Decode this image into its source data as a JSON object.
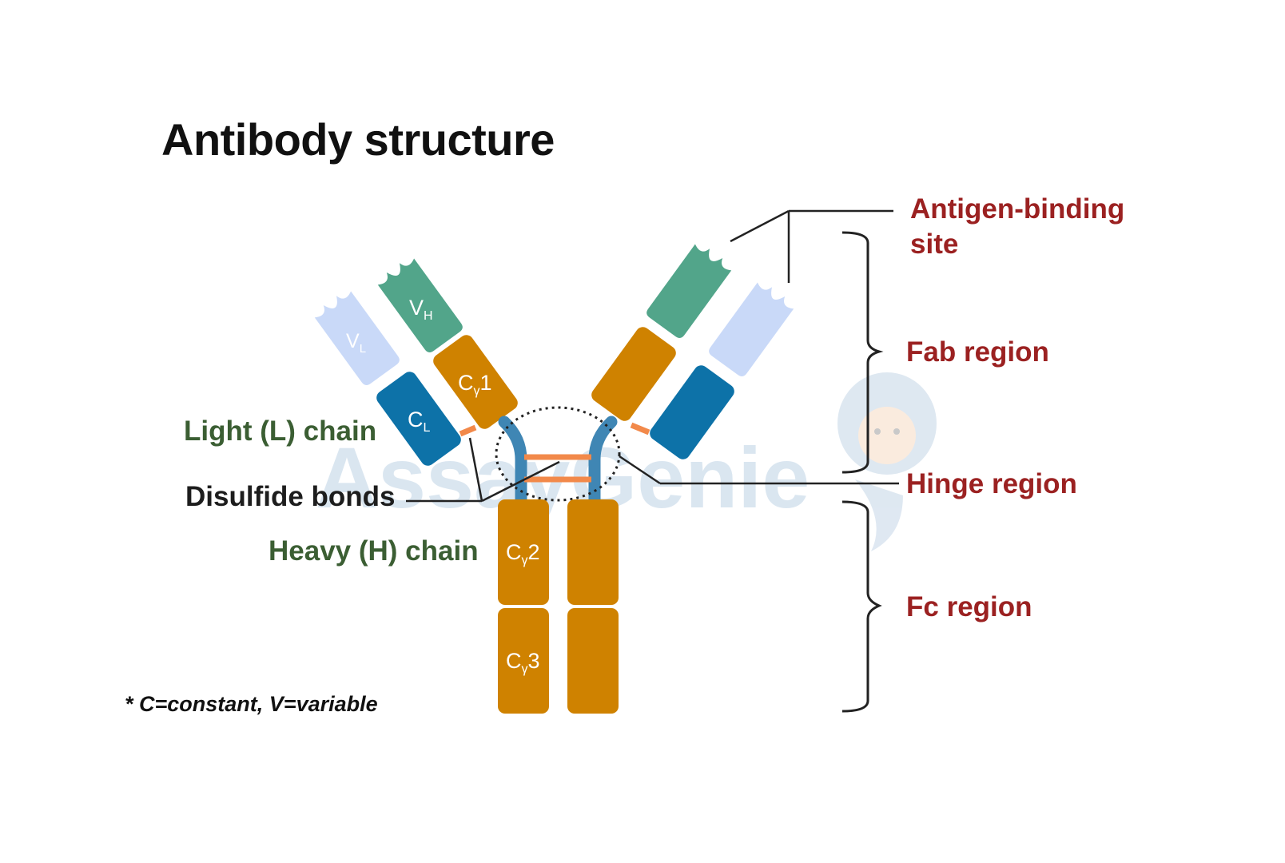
{
  "title": "Antibody structure",
  "labels": {
    "light_chain": "Light (L) chain",
    "disulfide_bonds": "Disulfide bonds",
    "heavy_chain": "Heavy (H) chain",
    "antigen_binding_line1": "Antigen-binding",
    "antigen_binding_line2": "site",
    "fab_region": "Fab region",
    "hinge_region": "Hinge region",
    "fc_region": "Fc region"
  },
  "domains": {
    "vh": {
      "main": "V",
      "sub": "H"
    },
    "vl": {
      "main": "V",
      "sub": "L"
    },
    "cl": {
      "main": "C",
      "sub": "L"
    },
    "cg1": {
      "main": "C",
      "sub": "γ",
      "suffix": "1"
    },
    "cg2": {
      "main": "C",
      "sub": "γ",
      "suffix": "2"
    },
    "cg3": {
      "main": "C",
      "sub": "γ",
      "suffix": "3"
    }
  },
  "footnote": "* C=constant, V=variable",
  "watermark": "AssayGenie",
  "colors": {
    "vh": "#52a58a",
    "vl": "#c9d9f8",
    "cl": "#0d72a8",
    "constant": "#cf8200",
    "hinge": "#3f86b4",
    "disulfide": "#f2894a",
    "label_red": "#9b2121",
    "label_green": "#3b5e33"
  }
}
